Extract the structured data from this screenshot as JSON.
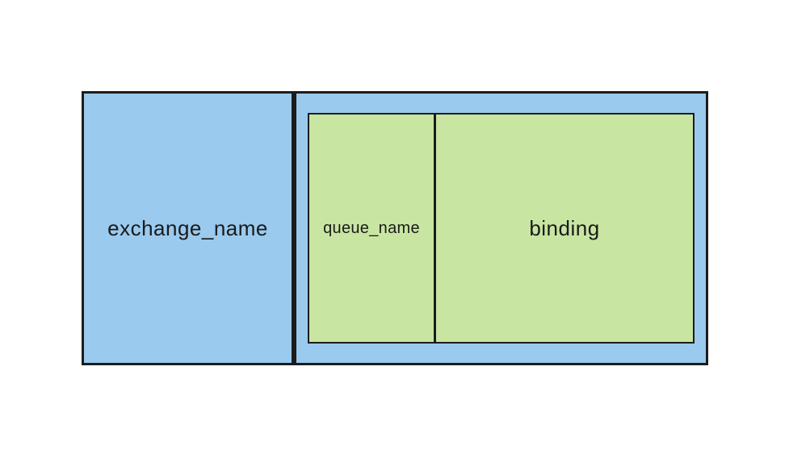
{
  "diagram": {
    "exchange_label": "exchange_name",
    "queue_label": "queue_name",
    "binding_label": "binding",
    "colors": {
      "exchange_fill": "#9ACAEE",
      "queue_fill": "#C8E6A2",
      "border": "#1C1C1C",
      "canvas_background": "#FFFFFF",
      "text": "#1A1A1A"
    }
  }
}
